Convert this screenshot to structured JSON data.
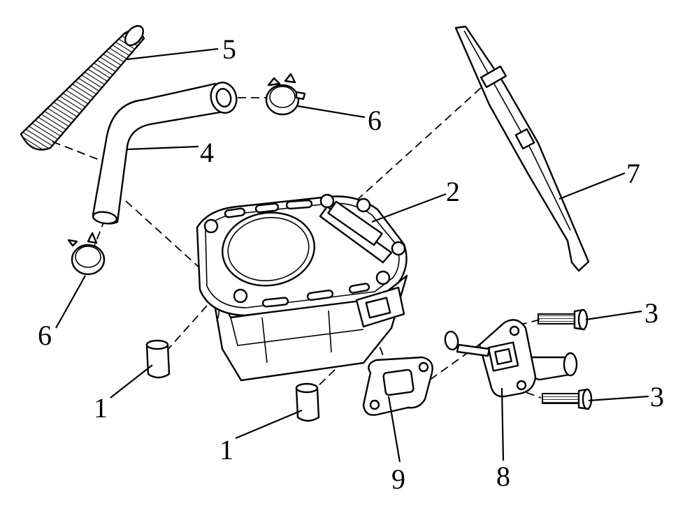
{
  "callouts": {
    "c1a": "1",
    "c1b": "1",
    "c2": "2",
    "c3a": "3",
    "c3b": "3",
    "c4": "4",
    "c5": "5",
    "c6a": "6",
    "c6b": "6",
    "c7": "7",
    "c8": "8",
    "c9": "9"
  }
}
